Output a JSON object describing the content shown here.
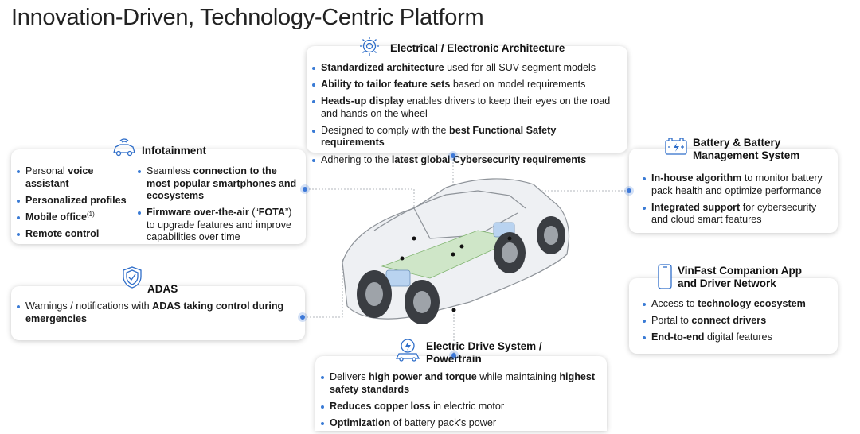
{
  "title": "Innovation-Driven, Technology-Centric Platform",
  "colors": {
    "accent": "#3c78d8",
    "icon": "#2f6ec9",
    "text": "#1a1a1a"
  },
  "cards": {
    "eea": {
      "icon": "chip-gear-icon",
      "title": "Electrical / Electronic Architecture",
      "bullets": [
        {
          "parts": [
            {
              "b": "Standardized architecture"
            },
            {
              "t": " used for all SUV-segment models"
            }
          ]
        },
        {
          "parts": [
            {
              "b": "Ability to tailor feature sets"
            },
            {
              "t": " based on model requirements"
            }
          ]
        },
        {
          "parts": [
            {
              "b": "Heads-up display"
            },
            {
              "t": " enables drivers to keep their eyes on the road and hands on the wheel"
            }
          ]
        },
        {
          "parts": [
            {
              "t": "Designed to comply with the "
            },
            {
              "b": "best Functional Safety requirements"
            }
          ]
        },
        {
          "parts": [
            {
              "t": "Adhering to the "
            },
            {
              "b": "latest global Cybersecurity requirements"
            }
          ]
        }
      ]
    },
    "infotainment": {
      "icon": "connected-car-icon",
      "title": "Infotainment",
      "left_bullets": [
        {
          "parts": [
            {
              "t": "Personal "
            },
            {
              "b": "voice assistant"
            }
          ]
        },
        {
          "parts": [
            {
              "b": "Personalized profiles"
            }
          ]
        },
        {
          "parts": [
            {
              "b": "Mobile office"
            },
            {
              "sup": "(1)"
            }
          ]
        },
        {
          "parts": [
            {
              "b": "Remote control"
            }
          ]
        }
      ],
      "right_bullets": [
        {
          "parts": [
            {
              "t": "Seamless "
            },
            {
              "b": "connection to the most popular smartphones and ecosystems"
            }
          ]
        },
        {
          "parts": [
            {
              "b": "Firmware over-the-air"
            },
            {
              "t": " (“"
            },
            {
              "b": "FOTA"
            },
            {
              "t": "”) to upgrade features and improve capabilities over time"
            }
          ]
        }
      ]
    },
    "adas": {
      "icon": "shield-check-icon",
      "title": "ADAS",
      "bullets": [
        {
          "parts": [
            {
              "t": "Warnings / notifications with "
            },
            {
              "b": "ADAS taking control during emergencies"
            }
          ]
        }
      ]
    },
    "battery": {
      "icon": "battery-icon",
      "title": "Battery & Battery Management System",
      "bullets": [
        {
          "parts": [
            {
              "b": "In-house algorithm"
            },
            {
              "t": " to monitor battery pack health and optimize performance"
            }
          ]
        },
        {
          "parts": [
            {
              "b": "Integrated support"
            },
            {
              "t": " for cybersecurity and cloud smart features"
            }
          ]
        }
      ]
    },
    "companion": {
      "icon": "smartphone-icon",
      "title": "VinFast Companion App and Driver Network",
      "bullets": [
        {
          "parts": [
            {
              "t": "Access to "
            },
            {
              "b": "technology ecosystem"
            }
          ]
        },
        {
          "parts": [
            {
              "t": "Portal to "
            },
            {
              "b": "connect drivers"
            }
          ]
        },
        {
          "parts": [
            {
              "b": "End-to-end"
            },
            {
              "t": " digital features"
            }
          ]
        }
      ]
    },
    "drive": {
      "icon": "electric-motor-icon",
      "title": "Electric Drive System / Powertrain",
      "bullets": [
        {
          "parts": [
            {
              "t": "Delivers "
            },
            {
              "b": "high power and torque"
            },
            {
              "t": " while maintaining "
            },
            {
              "b": "highest safety standards"
            }
          ]
        },
        {
          "parts": [
            {
              "b": "Reduces copper loss"
            },
            {
              "t": " in electric motor"
            }
          ]
        },
        {
          "parts": [
            {
              "b": "Optimization"
            },
            {
              "t": " of battery pack’s power"
            }
          ]
        }
      ]
    }
  }
}
